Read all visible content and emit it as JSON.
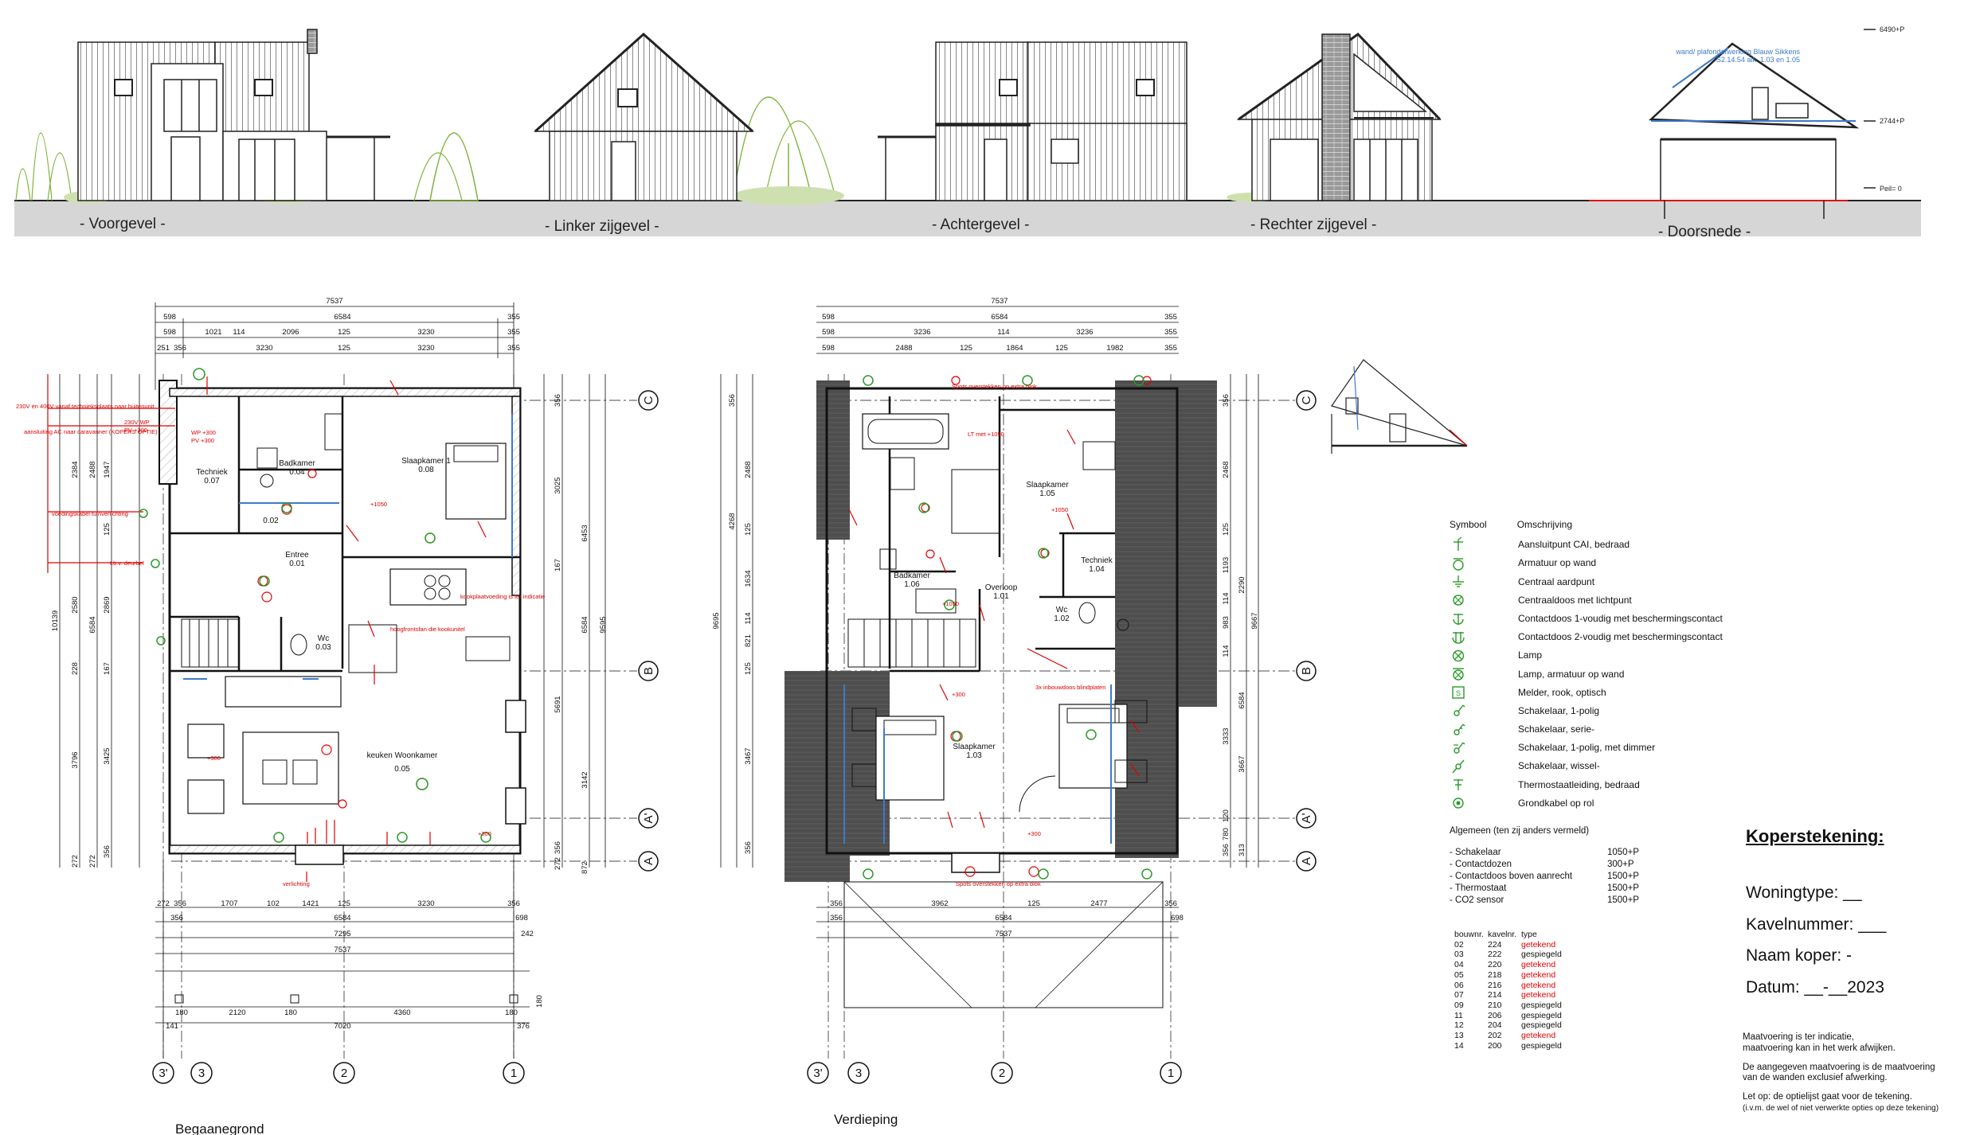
{
  "elevations": {
    "voorgevel": "- Voorgevel -",
    "linker": "- Linker zijgevel -",
    "achter": "- Achtergevel -",
    "rechter": "- Rechter zijgevel -",
    "doorsnede": "- Doorsnede -"
  },
  "section": {
    "note_line1": "wand/ plafondafwerking Blauw Sikkens",
    "note_line2": "S2.14.54 alk. 1.03 en 1.05",
    "level_top": "6490+P",
    "level_mid": "2744+P",
    "level_floor": "Peil= 0"
  },
  "ground_floor": {
    "title": "Begaanegrond",
    "top_dims": {
      "total": "7537",
      "row1": [
        "598",
        "6584",
        "355"
      ],
      "row2": [
        "598",
        "1021",
        "114",
        "2096",
        "125",
        "3230",
        "355"
      ],
      "row3": [
        "251",
        "356",
        "3230",
        "125",
        "3230",
        "355"
      ]
    },
    "bottom_dims": {
      "row1": [
        "272",
        "356",
        "1707",
        "102",
        "1421",
        "125",
        "3230",
        "356"
      ],
      "row2": [
        "356",
        "6584",
        "698"
      ],
      "row3": [
        "7295",
        "242"
      ],
      "total": "7537",
      "row5": [
        "180",
        "2120",
        "180",
        "4360",
        "180"
      ],
      "row6": [
        "141",
        "7020",
        "376"
      ],
      "side": "180"
    },
    "left_dims": [
      "10139",
      "2384",
      "2488",
      "1947",
      "125",
      "2580",
      "228",
      "167",
      "3796",
      "3425",
      "272",
      "356",
      "6584",
      "2869",
      "272"
    ],
    "right_dims": [
      "3025",
      "6453",
      "167",
      "6584",
      "9595",
      "5691",
      "3142",
      "356",
      "272",
      "872",
      "356"
    ],
    "rooms": [
      {
        "name": "Techniek",
        "num": "0.07"
      },
      {
        "name": "Badkamer",
        "num": "0.04"
      },
      {
        "name": "Slaapkamer 1",
        "num": "0.08"
      },
      {
        "name": "Entree",
        "num": "0.01"
      },
      {
        "name": "Wc",
        "num": "0.03"
      },
      {
        "name": "keuken Woonkamer",
        "num": "0.05"
      },
      {
        "name": "",
        "num": "0.02"
      }
    ],
    "notes": [
      "230V en 400V vanaf technieksplaats naar buitenunit",
      "aansluiting AC naar caravanner (KOPERS OPTIE)",
      "voedingskabel tuinverlichting",
      "t.b.v. deurbel",
      "hoogfrontsfan die kookunitel",
      "kookplaatvoeding is ter indicatie",
      "verlichting"
    ],
    "small_labels": [
      "WP +300",
      "PV +300",
      "230V WP",
      "PV +300",
      "+300",
      "+1050",
      "+300"
    ]
  },
  "upper_floor": {
    "title": "Verdieping",
    "top_dims": {
      "total": "7537",
      "row1": [
        "598",
        "6584",
        "355"
      ],
      "row2": [
        "598",
        "3236",
        "114",
        "3236",
        "355"
      ],
      "row3": [
        "598",
        "2488",
        "125",
        "1864",
        "125",
        "1982",
        "355"
      ]
    },
    "bottom_dims": {
      "row1": [
        "356",
        "3962",
        "125",
        "2477",
        "356"
      ],
      "row2": [
        "356",
        "6584",
        "698"
      ],
      "total": "7537"
    },
    "left_dims": [
      "9695",
      "356",
      "4268",
      "2488",
      "125",
      "1634",
      "114",
      "821",
      "125",
      "3467",
      "356"
    ],
    "right_dims": [
      "356",
      "2468",
      "125",
      "1193",
      "114",
      "983",
      "114",
      "3333",
      "120",
      "780",
      "356",
      "2290",
      "6584",
      "3667",
      "313",
      "9667"
    ],
    "rooms": [
      {
        "name": "Slaapkamer",
        "num": "1.05"
      },
      {
        "name": "Techniek",
        "num": "1.04"
      },
      {
        "name": "Badkamer",
        "num": "1.06"
      },
      {
        "name": "Overloop",
        "num": "1.01"
      },
      {
        "name": "Wc",
        "num": "1.02"
      },
      {
        "name": "Slaapkamer",
        "num": "1.03"
      }
    ],
    "notes": [
      "Spots overstekken op extra blok",
      "3x inbouwdoos blindplaten",
      "Spots overstekken op extra blok"
    ],
    "small_labels": [
      "LT met +1050",
      "+1050",
      "+300",
      "+1050",
      "+300"
    ]
  },
  "grid": {
    "rows": [
      "C",
      "B",
      "A'",
      "A"
    ],
    "cols": [
      "3'",
      "3",
      "2",
      "1"
    ]
  },
  "legend": {
    "col_symbol": "Symbool",
    "col_desc": "Omschrijving",
    "items": [
      {
        "icon": "cai-outlet-icon",
        "label": "Aansluitpunt CAI, bedraad"
      },
      {
        "icon": "wall-light-icon",
        "label": "Armatuur op wand"
      },
      {
        "icon": "earth-point-icon",
        "label": "Centraal aardpunt"
      },
      {
        "icon": "junction-box-light-icon",
        "label": "Centraaldoos met lichtpunt"
      },
      {
        "icon": "socket-single-icon",
        "label": "Contactdoos 1-voudig met beschermingscontact"
      },
      {
        "icon": "socket-double-icon",
        "label": "Contactdoos 2-voudig met beschermingscontact"
      },
      {
        "icon": "lamp-icon",
        "label": "Lamp"
      },
      {
        "icon": "wall-lamp-icon",
        "label": "Lamp, armatuur op wand"
      },
      {
        "icon": "smoke-detector-icon",
        "label": "Melder, rook, optisch"
      },
      {
        "icon": "switch-single-icon",
        "label": "Schakelaar, 1-polig"
      },
      {
        "icon": "switch-series-icon",
        "label": "Schakelaar, serie-"
      },
      {
        "icon": "dimmer-switch-icon",
        "label": "Schakelaar, 1-polig, met dimmer"
      },
      {
        "icon": "switch-change-icon",
        "label": "Schakelaar, wissel-"
      },
      {
        "icon": "thermostat-icon",
        "label": "Thermostaatleiding, bedraad"
      },
      {
        "icon": "ground-cable-icon",
        "label": "Grondkabel op rol"
      }
    ]
  },
  "general": {
    "title": "Algemeen (ten zij anders vermeld)",
    "items": [
      {
        "label": "- Schakelaar",
        "value": "1050+P"
      },
      {
        "label": "- Contactdozen",
        "value": "300+P"
      },
      {
        "label": "- Contactdoos boven aanrecht",
        "value": "1500+P"
      },
      {
        "label": "- Thermostaat",
        "value": "1500+P"
      },
      {
        "label": "- CO2 sensor",
        "value": "1500+P"
      }
    ]
  },
  "bouwnr_table": {
    "headers": [
      "bouwnr.",
      "kavelnr.",
      "type"
    ],
    "rows": [
      [
        "02",
        "224",
        "getekend"
      ],
      [
        "03",
        "222",
        "gespiegeld"
      ],
      [
        "04",
        "220",
        "getekend"
      ],
      [
        "05",
        "218",
        "getekend"
      ],
      [
        "06",
        "216",
        "getekend"
      ],
      [
        "07",
        "214",
        "getekend"
      ],
      [
        "09",
        "210",
        "gespiegeld"
      ],
      [
        "11",
        "206",
        "gespiegeld"
      ],
      [
        "12",
        "204",
        "gespiegeld"
      ],
      [
        "13",
        "202",
        "getekend"
      ],
      [
        "14",
        "200",
        "gespiegeld"
      ]
    ],
    "highlight_value": "getekend",
    "highlight_color": "#e00000"
  },
  "koper": {
    "title": "Koperstekening:",
    "fields": [
      "Woningtype: __",
      "Kavelnummer: ___",
      "Naam koper: -",
      "Datum: __-__2023"
    ]
  },
  "notes": [
    "Maatvoering is ter indicatie,",
    "maatvoering kan in het werk afwijken.",
    "De aangegeven maatvoering is de maatvoering",
    "van de wanden exclusief afwerking.",
    "Let op: de optielijst gaat voor de tekening.",
    "(i.v.m. de wel of niet verwerkte opties op deze tekening)"
  ],
  "colors": {
    "annotation_red": "#e00000",
    "linework": "#111111",
    "dark_roof": "#555555",
    "ground_band": "#d4d4d4",
    "tree_green": "#7fb239",
    "section_blue": "#3d7ac9"
  }
}
